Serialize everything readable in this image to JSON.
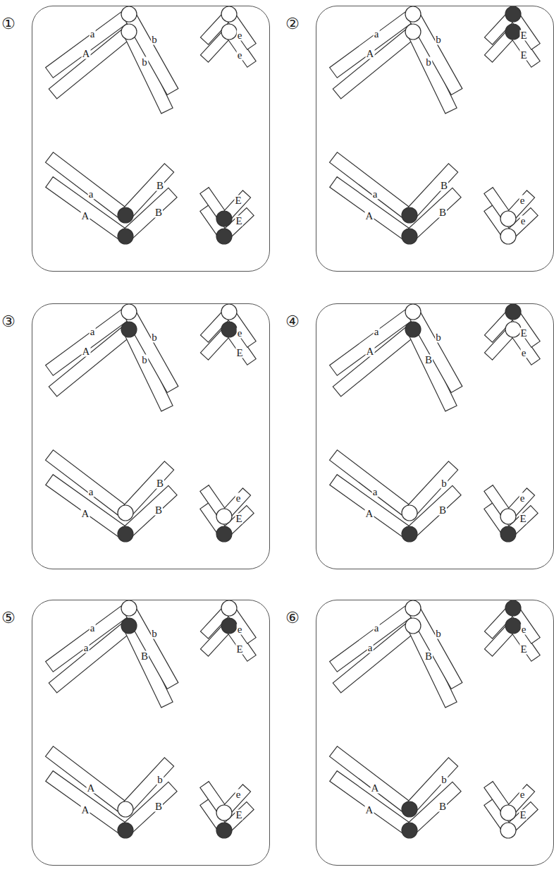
{
  "diagram": {
    "nodes": [
      {
        "text": [
          "①"
        ]
      },
      {
        "text": [
          "②"
        ]
      },
      {
        "text": [
          "③"
        ]
      },
      {
        "text": [
          "④"
        ]
      },
      {
        "text": [
          "⑤"
        ]
      },
      {
        "text": [
          "⑥"
        ]
      }
    ],
    "labels": [
      "a",
      "A",
      "b",
      "b",
      "a",
      "A",
      "B",
      "B",
      "e",
      "e",
      "E",
      "E",
      "a",
      "A",
      "b",
      "b",
      "a",
      "A",
      "B",
      "B",
      "E",
      "E",
      "e",
      "e",
      "a",
      "A",
      "b",
      "b",
      "a",
      "A",
      "B",
      "B",
      "e",
      "E",
      "e",
      "E",
      "a",
      "A",
      "b",
      "B",
      "a",
      "A",
      "b",
      "B",
      "E",
      "e",
      "e",
      "E",
      "a",
      "a",
      "b",
      "B",
      "A",
      "A",
      "b",
      "B",
      "e",
      "E",
      "e",
      "E",
      "a",
      "a",
      "b",
      "B",
      "A",
      "A",
      "b",
      "B",
      "e",
      "E",
      "e",
      "E"
    ]
  }
}
